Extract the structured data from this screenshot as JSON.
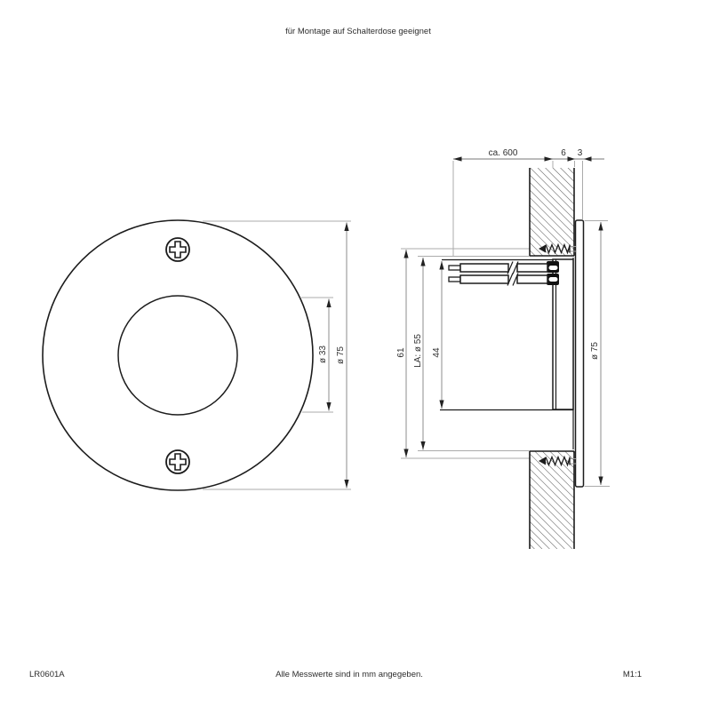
{
  "header": {
    "mounting_note": "für Montage auf Schalterdose geeignet"
  },
  "front_view": {
    "dim_inner_diameter": "ø 33",
    "dim_outer_diameter": "ø 75"
  },
  "side_view": {
    "dim_cable_length": "ca. 600",
    "dim_recess_depth": "6",
    "dim_cover_thickness": "3",
    "dim_fixing_distance": "61",
    "dim_cutout": "LA: ø 55",
    "dim_housing_height": "44",
    "dim_cover_diameter": "ø 75"
  },
  "footer": {
    "article_number": "LR0601A",
    "units_note": "Alle Messwerte sind in mm angegeben.",
    "scale": "M1:1"
  },
  "colors": {
    "outline": "#1c1c1c",
    "dimension_line": "#8c8c8c",
    "extension_line": "#ababab",
    "text": "#2d2d2d",
    "background": "#ffffff"
  }
}
